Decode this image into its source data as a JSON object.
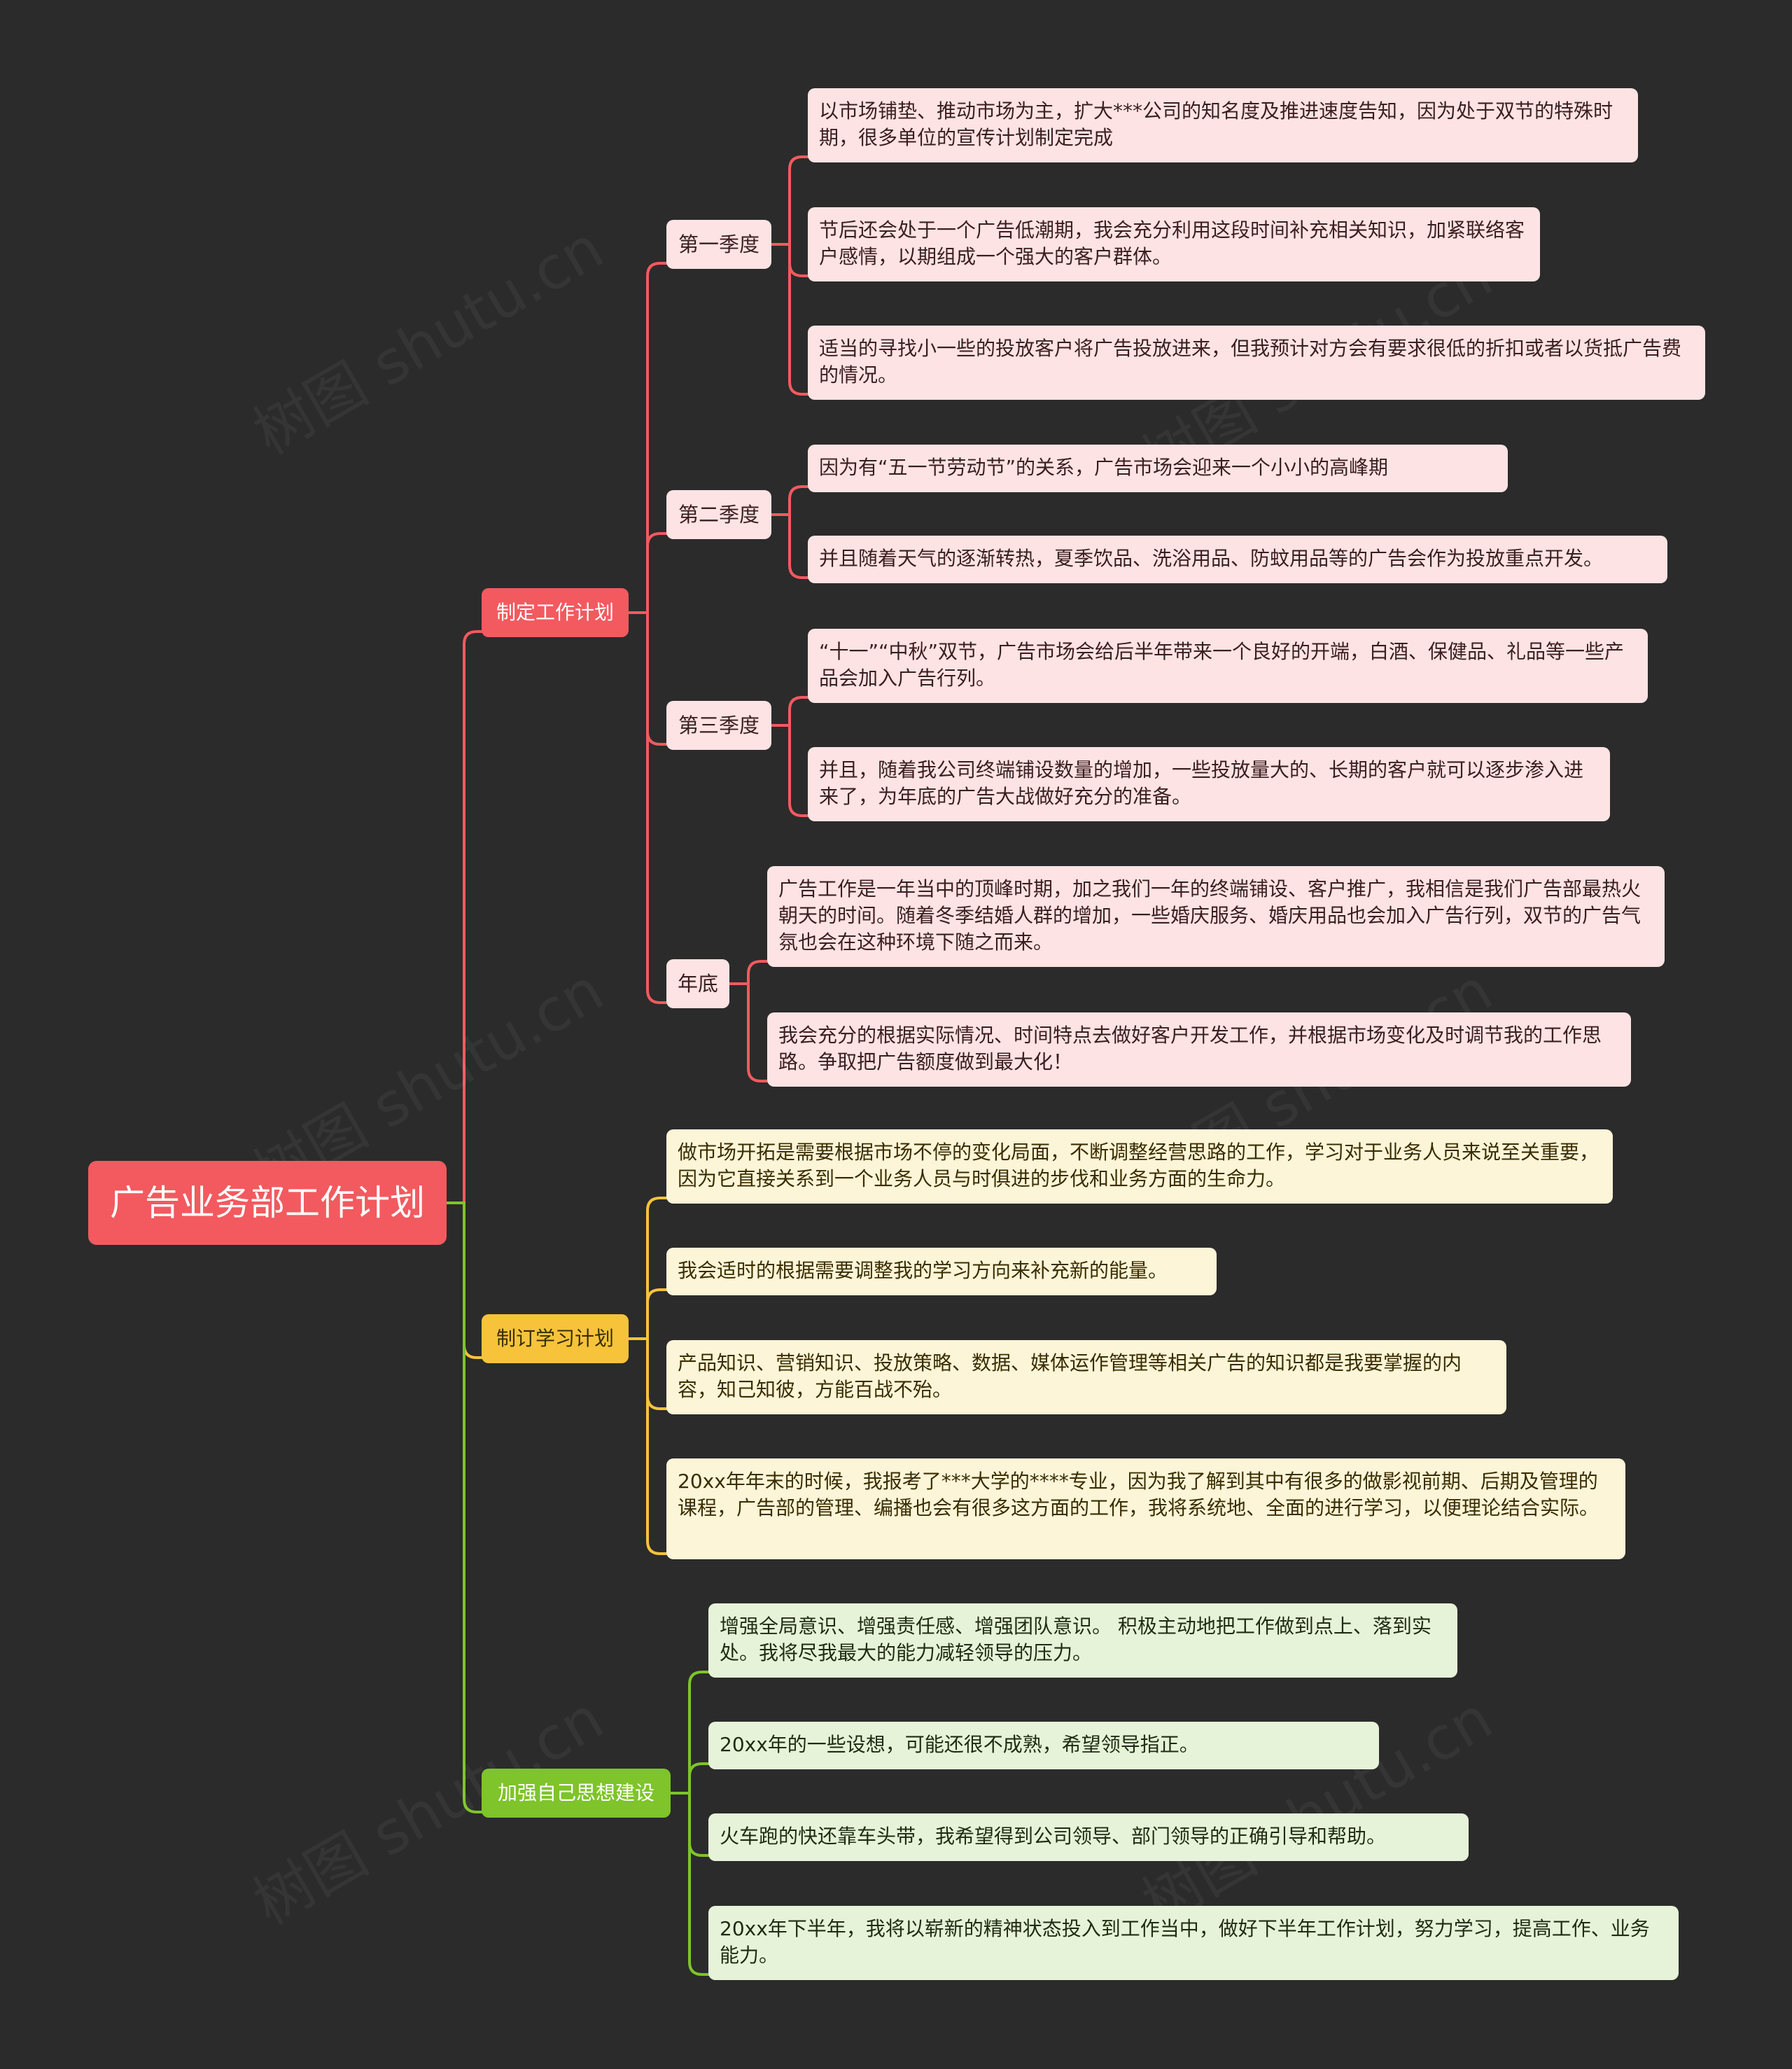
{
  "root": {
    "label": "广告业务部工作计划",
    "color": "#f25a5f"
  },
  "branches": [
    {
      "label": "制定工作计划",
      "color": "#f25a5f",
      "children": [
        {
          "label": "第一季度",
          "items": [
            "以市场铺垫、推动市场为主，扩大***公司的知名度及推进速度告知，因为处于双节的特殊时期，很多单位的宣传计划制定完成",
            "节后还会处于一个广告低潮期，我会充分利用这段时间补充相关知识，加紧联络客户感情，以期组成一个强大的客户群体。",
            "适当的寻找小一些的投放客户将广告投放进来，但我预计对方会有要求很低的折扣或者以货抵广告费的情况。"
          ]
        },
        {
          "label": "第二季度",
          "items": [
            "因为有“五一节劳动节”的关系，广告市场会迎来一个小小的高峰期",
            "并且随着天气的逐渐转热，夏季饮品、洗浴用品、防蚊用品等的广告会作为投放重点开发。"
          ]
        },
        {
          "label": "第三季度",
          "items": [
            "“十一”“中秋”双节，广告市场会给后半年带来一个良好的开端，白酒、保健品、礼品等一些产品会加入广告行列。",
            "并且，随着我公司终端铺设数量的增加，一些投放量大的、长期的客户就可以逐步渗入进来了，为年底的广告大战做好充分的准备。"
          ]
        },
        {
          "label": "年底",
          "items": [
            "广告工作是一年当中的顶峰时期，加之我们一年的终端铺设、客户推广，我相信是我们广告部最热火朝天的时间。随着冬季结婚人群的增加，一些婚庆服务、婚庆用品也会加入广告行列，双节的广告气氛也会在这种环境下随之而来。",
            "我会充分的根据实际情况、时间特点去做好客户开发工作，并根据市场变化及时调节我的工作思路。争取把广告额度做到最大化！"
          ]
        }
      ]
    },
    {
      "label": "制订学习计划",
      "color": "#f6c33b",
      "items": [
        "做市场开拓是需要根据市场不停的变化局面，不断调整经营思路的工作，学习对于业务人员来说至关重要，因为它直接关系到一个业务人员与时俱进的步伐和业务方面的生命力。",
        "我会适时的根据需要调整我的学习方向来补充新的能量。",
        "产品知识、营销知识、投放策略、数据、媒体运作管理等相关广告的知识都是我要掌握的内容，知己知彼，方能百战不殆。",
        "20xx年年末的时候，我报考了***大学的****专业，因为我了解到其中有很多的做影视前期、后期及管理的课程，广告部的管理、编播也会有很多这方面的工作，我将系统地、全面的进行学习，以便理论结合实际。"
      ]
    },
    {
      "label": "加强自己思想建设",
      "color": "#7ec42a",
      "items": [
        "增强全局意识、增强责任感、增强团队意识。 积极主动地把工作做到点上、落到实处。我将尽我最大的能力减轻领导的压力。",
        "20xx年的一些设想，可能还很不成熟，希望领导指正。",
        "火车跑的快还靠车头带，我希望得到公司领导、部门领导的正确引导和帮助。",
        "20xx年下半年，我将以崭新的精神状态投入到工作当中，做好下半年工作计划，努力学习，提高工作、业务能力。"
      ]
    }
  ]
}
